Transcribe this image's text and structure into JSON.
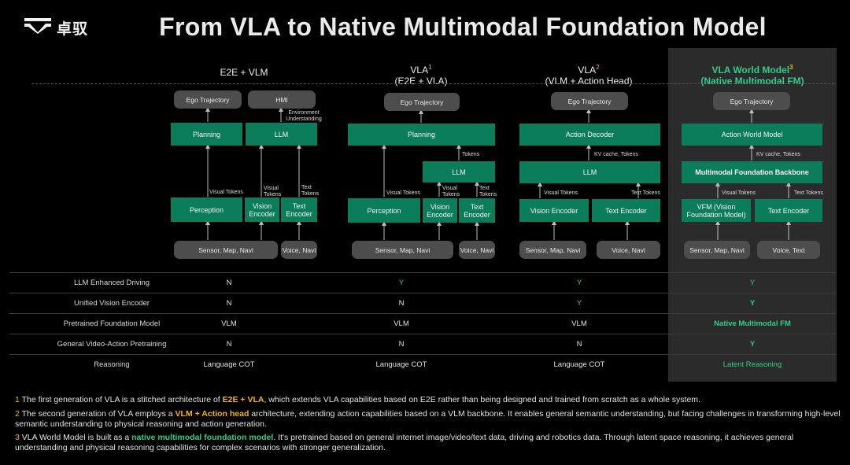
{
  "brand": {
    "name": "卓驭"
  },
  "title": "From VLA to Native Multimodal Foundation Model",
  "columns": [
    {
      "name": "E2E + VLM",
      "sup": "",
      "sub": ""
    },
    {
      "name": "VLA",
      "sup": "1",
      "sub": "(E2E + VLA)"
    },
    {
      "name": "VLA",
      "sup": "2",
      "sub": "(VLM + Action Head)"
    },
    {
      "name": "VLA World Model",
      "sup": "3",
      "sub": "(Native Multimodal FM)"
    }
  ],
  "diagrams": {
    "c1": {
      "ego": "Ego Trajectory",
      "hmi": "HMI",
      "env": "Environment Understanding",
      "planning": "Planning",
      "llm": "LLM",
      "perception": "Perception",
      "vision_encoder": "Vision Encoder",
      "text_encoder": "Text Encoder",
      "visual_tokens": "Visual Tokens",
      "visual_tokens2": "Visual Tokens",
      "text_tokens": "Text Tokens",
      "sensor": "Sensor, Map, Navi",
      "voice": "Voice, Navi"
    },
    "c2": {
      "ego": "Ego Trajectory",
      "planning": "Planning",
      "tokens": "Tokens",
      "llm": "LLM",
      "perception": "Perception",
      "vision_encoder": "Vision Encoder",
      "text_encoder": "Text Encoder",
      "visual_tokens": "Visual Tokens",
      "visual_tokens2": "Visual Tokens",
      "text_tokens": "Text Tokens",
      "sensor": "Sensor, Map, Navi",
      "voice": "Voice, Navi"
    },
    "c3": {
      "ego": "Ego Trajectory",
      "action_decoder": "Action Decoder",
      "kv": "KV cache, Tokens",
      "llm": "LLM",
      "vision_encoder": "Vision Encoder",
      "text_encoder": "Text Encoder",
      "visual_tokens": "Visual Tokens",
      "text_tokens": "Text Tokens",
      "sensor": "Sensor, Map, Navi",
      "voice": "Voice, Navi"
    },
    "c4": {
      "ego": "Ego Trajectory",
      "action_world_model": "Action World Model",
      "kv": "KV cache, Tokens",
      "backbone": "Multimodal Foundation Backbone",
      "vfm": "VFM (Vision Foundation Model)",
      "text_encoder": "Text Encoder",
      "visual_tokens": "Visual Tokens",
      "text_tokens": "Text Tokens",
      "sensor": "Sensor, Map, Navi",
      "voice": "Voice, Text"
    }
  },
  "table": {
    "rows": [
      {
        "label": "LLM Enhanced Driving",
        "values": [
          "N",
          "Y",
          "Y",
          "Y"
        ]
      },
      {
        "label": "Unified Vision Encoder",
        "values": [
          "N",
          "N",
          "Y",
          "Y"
        ]
      },
      {
        "label": "Pretrained Foundation Model",
        "values": [
          "VLM",
          "VLM",
          "VLM",
          "Native Multimodal FM"
        ]
      },
      {
        "label": "General Video-Action Pretraining",
        "values": [
          "N",
          "N",
          "N",
          "Y"
        ]
      },
      {
        "label": "Reasoning",
        "values": [
          "Language COT",
          "Language COT",
          "Language COT",
          "Latent Reasoning"
        ]
      }
    ]
  },
  "notes": [
    {
      "num": "1",
      "pre": " The first generation of VLA is a stitched architecture of ",
      "hl": "E2E + VLA",
      "post": ", which extends VLA capabilities based on E2E rather than being designed and trained from scratch as a whole system."
    },
    {
      "num": "2",
      "pre": " The second generation of VLA employs a ",
      "hl": "VLM + Action head",
      "post": " architecture, extending action capabilities based on a VLM backbone. It enables general semantic understanding, but facing challenges in transforming high-level semantic understanding to physical reasoning and action generation."
    },
    {
      "num": "3",
      "pre": " VLA World Model is built as a ",
      "hl": "native multimodal foundation model",
      "post": ". It's pretrained based on general internet image/video/text data, driving and robotics data. Through latent space reasoning, it achieves general understanding and physical reasoning capabilities for complex scenarios with stronger generalization."
    }
  ],
  "colors": {
    "green_box": "#0c7d5b",
    "gray_box": "#4d4d4d",
    "accent_green": "#2fce8a",
    "accent_yellow": "#f4b400",
    "highlight_panel": "#2b2b2b"
  }
}
